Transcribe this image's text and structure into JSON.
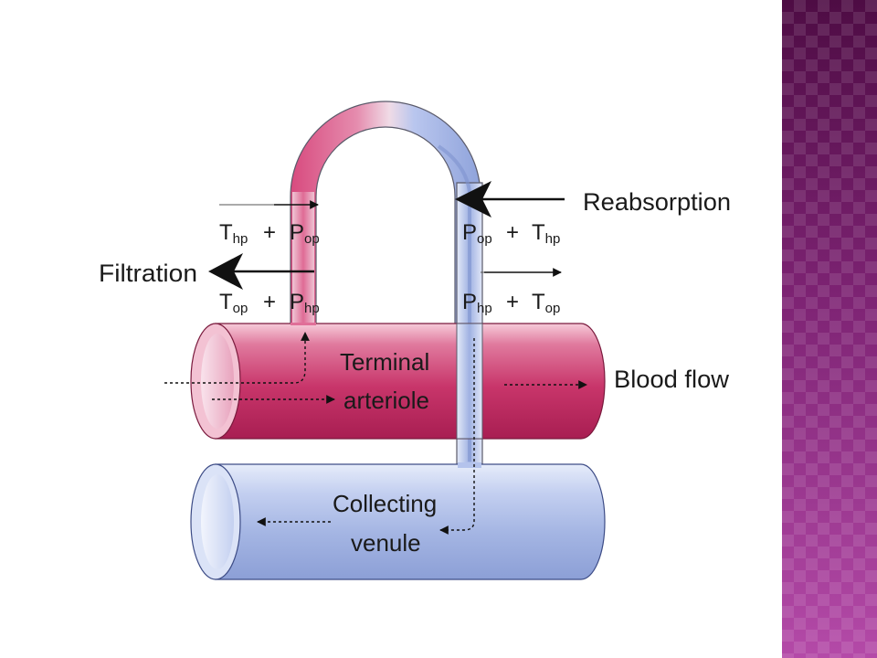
{
  "diagram": {
    "labels": {
      "reabsorption": "Reabsorption",
      "filtration": "Filtration",
      "blood_flow": "Blood flow",
      "terminal": "Terminal",
      "arteriole": "arteriole",
      "collecting": "Collecting",
      "venule": "venule"
    },
    "forces": {
      "left_top": {
        "t1": "T",
        "s1": "hp",
        "t2": "P",
        "s2": "op"
      },
      "left_bot": {
        "t1": "T",
        "s1": "op",
        "t2": "P",
        "s2": "hp"
      },
      "right_top": {
        "t1": "P",
        "s1": "op",
        "t2": "T",
        "s2": "hp"
      },
      "right_bot": {
        "t1": "P",
        "s1": "hp",
        "t2": "T",
        "s2": "op"
      },
      "plus": "+"
    },
    "colors": {
      "arteriole": "#c8356a",
      "venule": "#9fb0e0",
      "side_band": "#7a2070"
    }
  }
}
